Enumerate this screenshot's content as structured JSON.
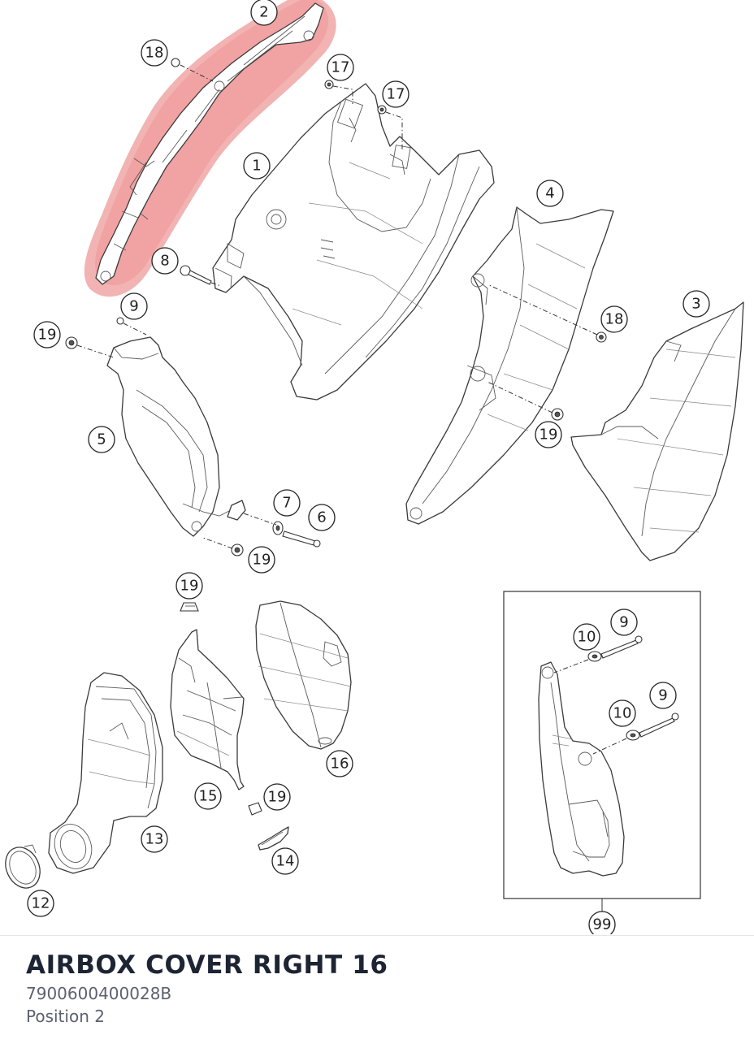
{
  "part": {
    "title": "AIRBOX COVER RIGHT 16",
    "number": "7900600400028B",
    "position": "Position 2"
  },
  "highlight_color": "#e66a6a",
  "callouts": {
    "c2": "2",
    "c18a": "18",
    "c17a": "17",
    "c17b": "17",
    "c1": "1",
    "c4": "4",
    "c8": "8",
    "c9a": "9",
    "c19a": "19",
    "c18b": "18",
    "c3": "3",
    "c19b": "19",
    "c5": "5",
    "c7": "7",
    "c6": "6",
    "c19c": "19",
    "c19d": "19",
    "c10a": "10",
    "c9b": "9",
    "c10b": "10",
    "c9c": "9",
    "c16": "16",
    "c15": "15",
    "c19e": "19",
    "c13": "13",
    "c14": "14",
    "c12": "12",
    "c99": "99"
  }
}
